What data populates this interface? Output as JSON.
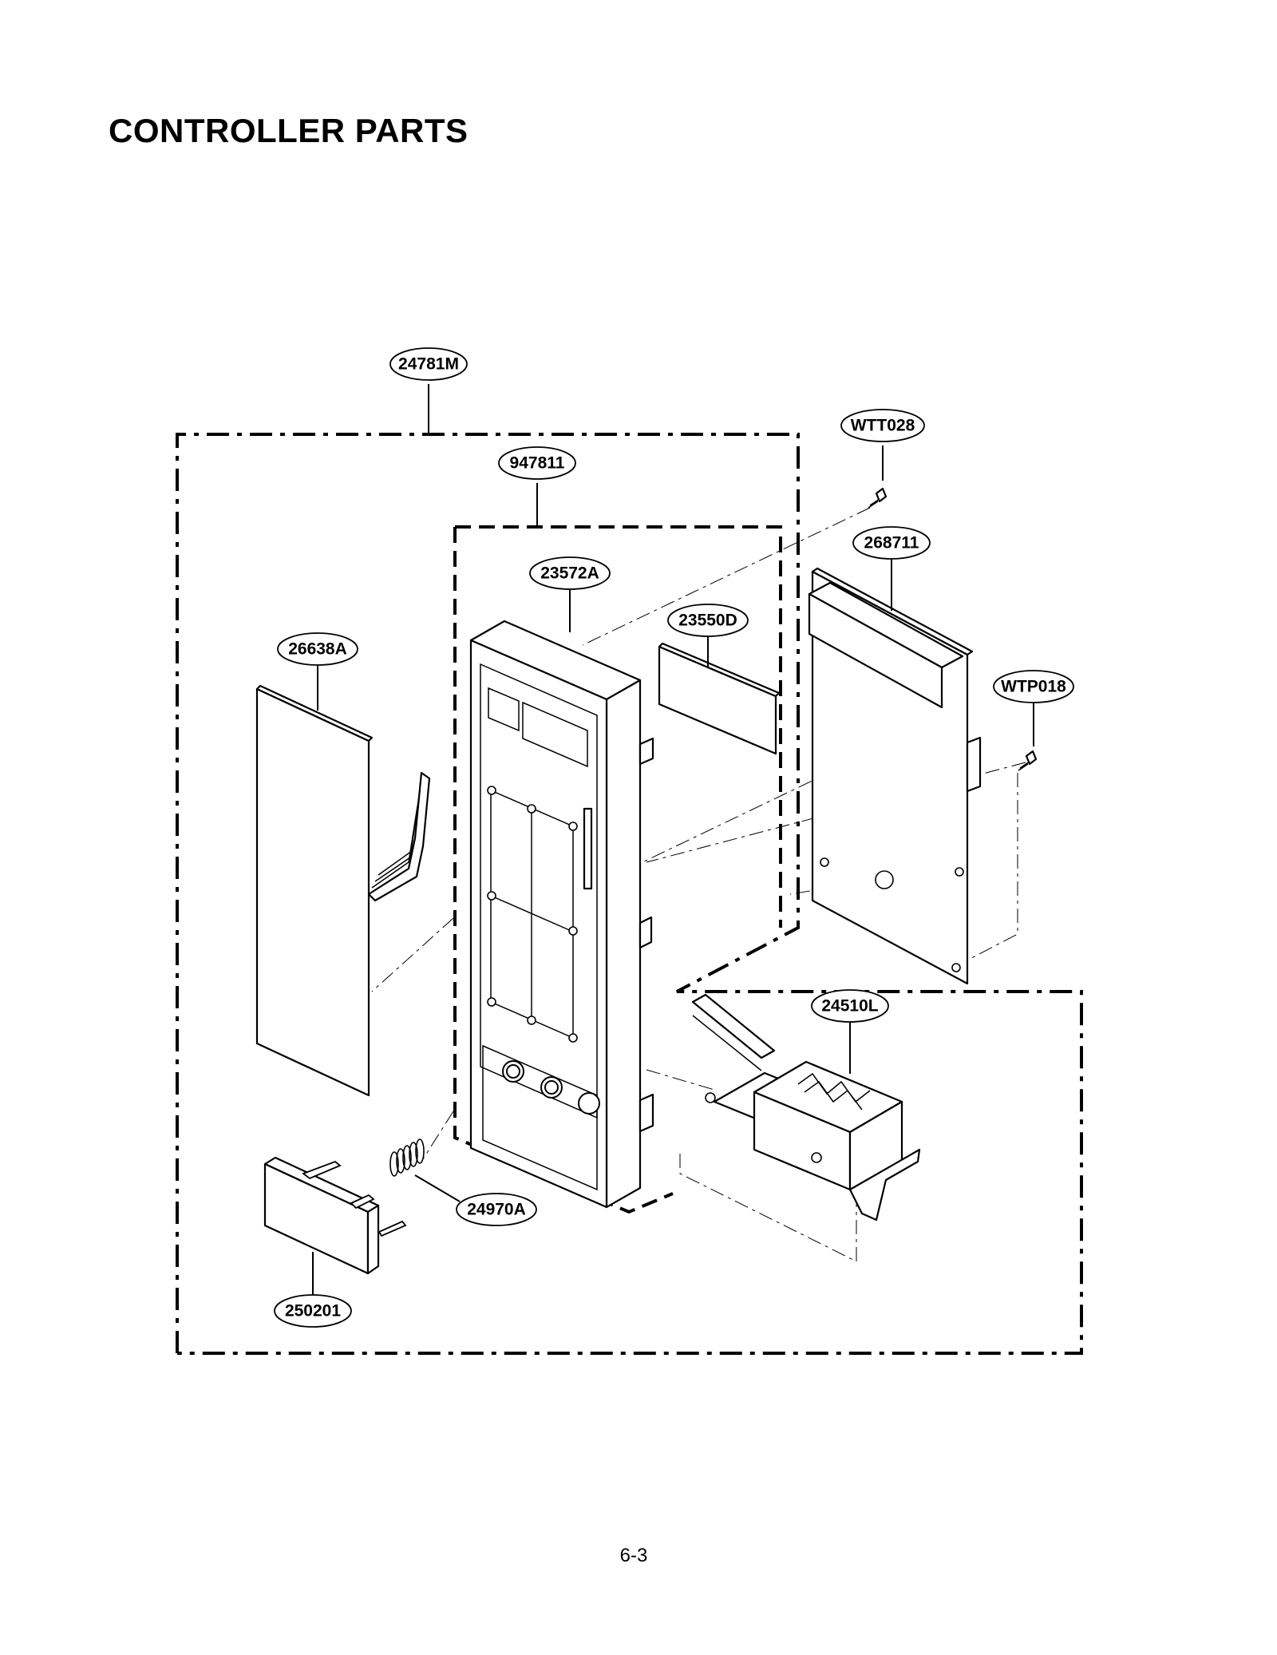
{
  "page": {
    "title": "CONTROLLER PARTS",
    "page_number": "6-3"
  },
  "parts": {
    "p24781M": "24781M",
    "p947811": "947811",
    "pWTT028": "WTT028",
    "p268711": "268711",
    "p23572A": "23572A",
    "p23550D": "23550D",
    "p26638A": "26638A",
    "pWTP018": "WTP018",
    "p24510L": "24510L",
    "p24970A": "24970A",
    "p250201": "250201"
  }
}
